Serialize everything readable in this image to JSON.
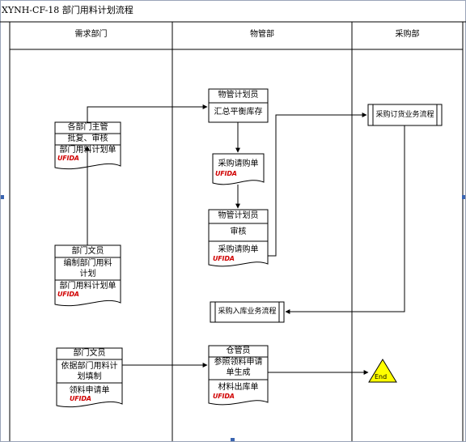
{
  "title": "XYNH-CF-18  部门用料计划流程",
  "lanes": [
    "需求部门",
    "物管部",
    "采购部"
  ],
  "brand": "UFIDA",
  "nodes": {
    "dept_manager": {
      "role": "各部门主管",
      "action": "批复、审核",
      "doc": "部门用料计划单"
    },
    "dept_clerk1": {
      "role": "部门文员",
      "action_line1": "编制部门用料",
      "action_line2": "计划",
      "doc": "部门用料计划单"
    },
    "dept_clerk2": {
      "role": "部门文员",
      "action_line1": "依据部门用料计",
      "action_line2": "划填制",
      "doc": "领料申请单"
    },
    "planner1": {
      "role": "物管计划员",
      "action": "汇总平衡库存"
    },
    "purchase_req": {
      "doc": "采购请购单"
    },
    "planner2": {
      "role": "物管计划员",
      "action": "审核",
      "doc": "采购请购单"
    },
    "inbound_flow": {
      "label": "采购入库业务流程"
    },
    "warehouse": {
      "role": "仓管员",
      "action_line1": "参照领料申请",
      "action_line2": "单生成",
      "doc": "材料出库单"
    },
    "purchase_order_flow": {
      "label": "采购订货业务流程"
    },
    "end": {
      "label": "End"
    }
  },
  "colors": {
    "end_fill": "#ffff00",
    "brand_red": "#d00000"
  }
}
